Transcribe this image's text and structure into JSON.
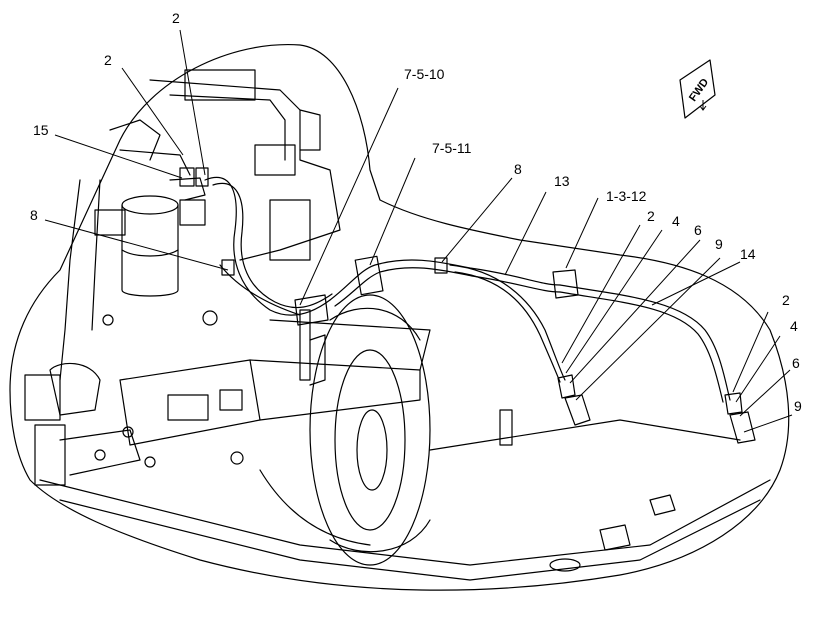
{
  "diagram": {
    "line_color": "#000000",
    "background": "#ffffff",
    "direction_indicator": {
      "label": "FWD",
      "icon": "arrow-down-icon"
    },
    "callouts": [
      {
        "id": "c-2-a",
        "label": "2"
      },
      {
        "id": "c-2-b",
        "label": "2"
      },
      {
        "id": "c-15",
        "label": "15"
      },
      {
        "id": "c-8-a",
        "label": "8"
      },
      {
        "id": "c-7-5-10",
        "label": "7-5-10"
      },
      {
        "id": "c-7-5-11",
        "label": "7-5-11"
      },
      {
        "id": "c-8-b",
        "label": "8"
      },
      {
        "id": "c-13",
        "label": "13"
      },
      {
        "id": "c-1-3-12",
        "label": "1-3-12"
      },
      {
        "id": "c-2-c",
        "label": "2"
      },
      {
        "id": "c-4-a",
        "label": "4"
      },
      {
        "id": "c-6-a",
        "label": "6"
      },
      {
        "id": "c-9-a",
        "label": "9"
      },
      {
        "id": "c-14",
        "label": "14"
      },
      {
        "id": "c-2-d",
        "label": "2"
      },
      {
        "id": "c-4-b",
        "label": "4"
      },
      {
        "id": "c-6-b",
        "label": "6"
      },
      {
        "id": "c-9-b",
        "label": "9"
      }
    ]
  }
}
